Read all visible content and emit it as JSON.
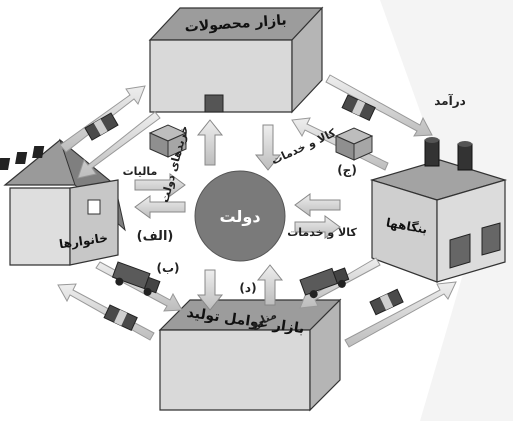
{
  "diagram": {
    "center": {
      "label": "دولت",
      "color": "#7a7a7a"
    },
    "boxes": {
      "product_market": "بازار محصولات",
      "factor_market": "بازار عوامل تولید",
      "households": "خانوارها",
      "firms": "بنگاهها"
    },
    "labels": {
      "income": "درآمد",
      "goods_services_top": "کالا و خدمات",
      "gov_purchases": "خریدهای دولت",
      "taxes": "مالیات",
      "goods_services_right": "کالا و خدمات",
      "resources": "منابع",
      "marker_a": "(الف)",
      "marker_b": "(ب)",
      "marker_c": "(ج)",
      "marker_d": "(د)"
    }
  }
}
